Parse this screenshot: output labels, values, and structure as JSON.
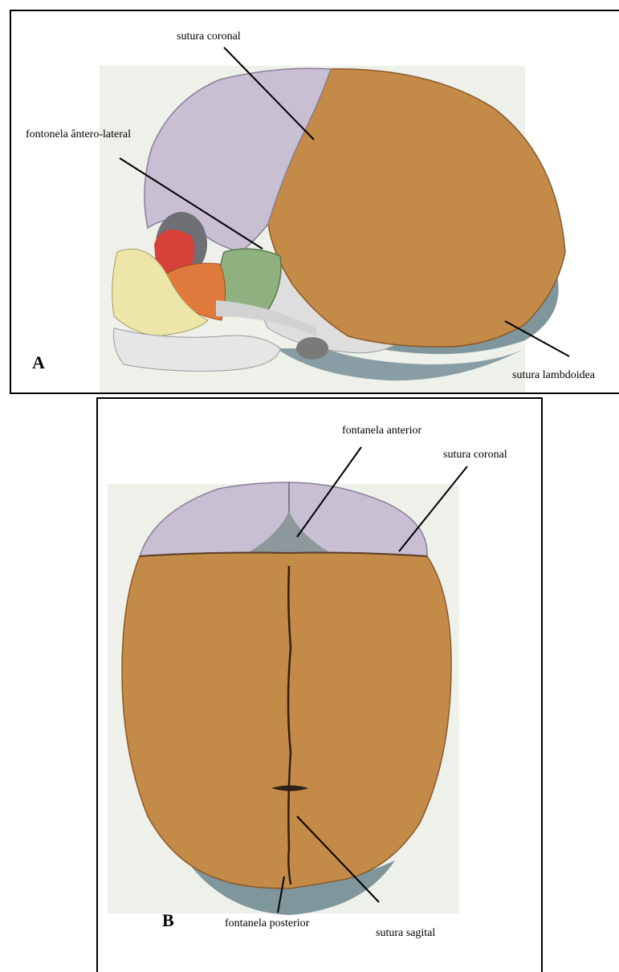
{
  "panel_a": {
    "letter": "A",
    "labels": {
      "sutura_coronal": "sutura coronal",
      "fontonela_antero_lateral": "fontonela ântero-lateral",
      "sutura_lambdoidea": "sutura lambdoidea"
    }
  },
  "panel_b": {
    "letter": "B",
    "labels": {
      "fontanela_anterior": "fontanela anterior",
      "sutura_coronal": "sutura coronal",
      "fontanela_posterior": "fontanela posterior",
      "sutura_sagital": "sutura sagital"
    }
  },
  "colors": {
    "frontal": "#c8bfd3",
    "parietal": "#c48a48",
    "occipital": "#7f969d",
    "sphenoid_fontanelle": "#8fb07f",
    "zygomatic": "#e07a3c",
    "maxilla": "#ece6a8",
    "orbit_red": "#d8403a",
    "temporal": "#dedede"
  }
}
